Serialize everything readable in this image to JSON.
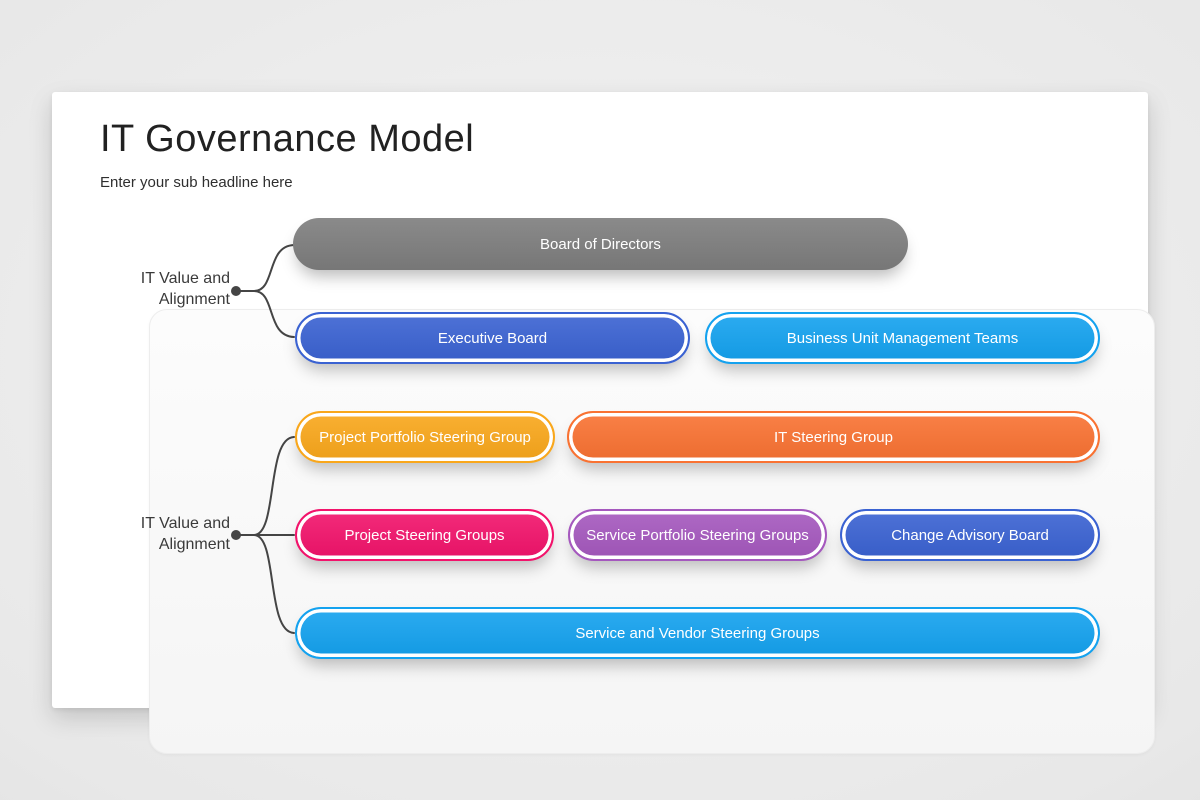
{
  "page": {
    "title": "IT Governance Model",
    "subtitle": "Enter your sub headline here"
  },
  "labels": [
    {
      "line1": "IT Value and",
      "line2": "Alignment"
    },
    {
      "line1": "IT Value and",
      "line2": "Alignment"
    }
  ],
  "nodes": {
    "board": {
      "label": "Board of Directors",
      "color": "#7d7d7d"
    },
    "executive": {
      "label": "Executive Board",
      "color": "#3a62d2"
    },
    "business_unit": {
      "label": "Business Unit Management Teams",
      "color": "#14a2ef"
    },
    "project_portfolio": {
      "label": "Project Portfolio Steering Group",
      "color": "#f9a71b"
    },
    "it_steering": {
      "label": "IT Steering Group",
      "color": "#f97232"
    },
    "project_steering": {
      "label": "Project Steering Groups",
      "color": "#f2136b"
    },
    "service_portfolio": {
      "label": "Service Portfolio Steering Groups",
      "color": "#a558be"
    },
    "change_advisory": {
      "label": "Change Advisory Board",
      "color": "#3a62d2"
    },
    "service_vendor": {
      "label": "Service and Vendor Steering Groups",
      "color": "#14a2ef"
    }
  },
  "colors": {
    "connector": "#454545",
    "card_background": "#ffffff",
    "panel_background": "#f7f7f7"
  }
}
